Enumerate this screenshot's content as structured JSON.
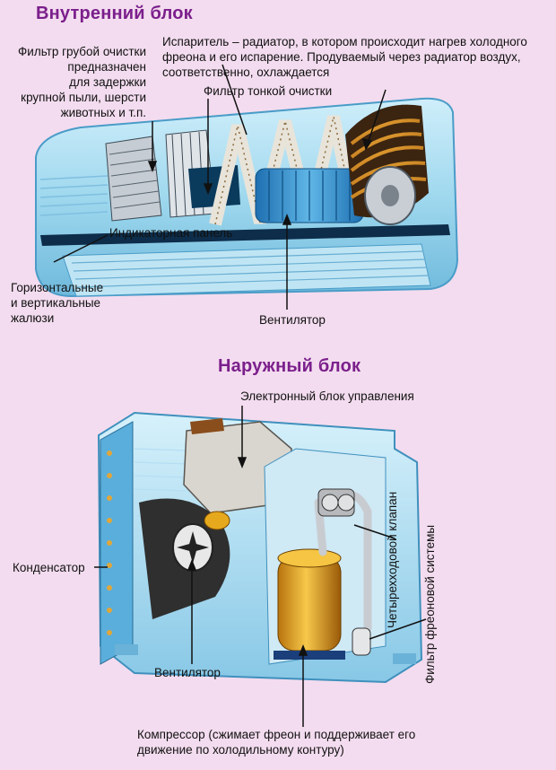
{
  "indoor": {
    "title": "Внутренний блок",
    "labels": {
      "coarse_filter": [
        "Фильтр грубой очистки",
        "предназначен",
        "для задержки",
        "крупной пыли, шерсти",
        "животных и т.п."
      ],
      "evaporator": [
        "Испаритель – радиатор, в котором происходит нагрев холодного",
        "фреона и его испарение. Продуваемый через радиатор воздух,",
        "соответственно, охлаждается"
      ],
      "fine_filter": "Фильтр тонкой очистки",
      "indicator_panel": "Индикаторная панель",
      "louvers": [
        "Горизонтальные",
        "и вертикальные",
        "жалюзи"
      ],
      "fan": "Вентилятор"
    }
  },
  "outdoor": {
    "title": "Наружный блок",
    "labels": {
      "control_unit": "Электронный блок управления",
      "condenser": "Конденсатор",
      "four_way_valve": "Четырехходовой клапан",
      "freon_filter": "Фильтр фреоновой системы",
      "fan": "Вентилятор",
      "compressor": [
        "Компрессор (сжимает фреон и поддерживает его",
        "движение по холодильному контуру)"
      ]
    }
  }
}
